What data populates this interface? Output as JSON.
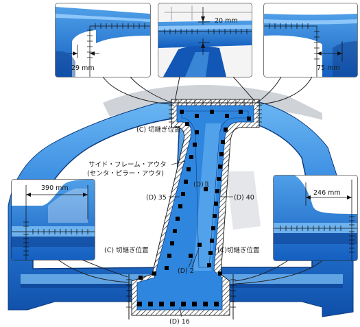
{
  "callouts": {
    "top_left": {
      "dimension": "29 mm"
    },
    "top_center": {
      "dimension": "20 mm"
    },
    "top_right": {
      "dimension": "75 mm"
    },
    "mid_left": {
      "dimension": "390 mm"
    },
    "mid_right": {
      "dimension": "246 mm"
    }
  },
  "labels": {
    "cut_top": "(C) 切継ぎ位置",
    "cut_left": "(C) 切継ぎ位置",
    "cut_right": "(C)切継ぎ位置",
    "part_name_1": "サイド・フレーム・アウタ",
    "part_name_2": "(センタ・ピラー・アウタ)",
    "d1": "(D) 1",
    "d35": "(D) 35",
    "d40": "(D) 40",
    "d2": "(D) 2",
    "d16": "(D) 16"
  },
  "colors": {
    "body_blue": "#1f6fd0",
    "body_light": "#5aa8ee",
    "body_dark": "#0d3f8f",
    "hatch": "#222222",
    "weld": "#000000"
  }
}
